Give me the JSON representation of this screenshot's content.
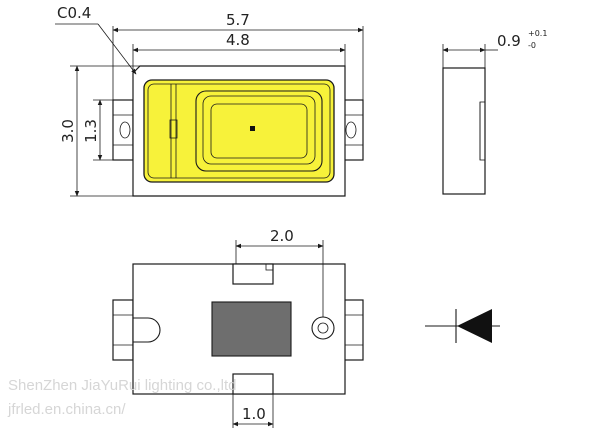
{
  "dimensions": {
    "chamfer": "C0.4",
    "overall_length": "5.7",
    "body_length": "4.8",
    "height": "3.0",
    "inner_height": "1.3",
    "thickness": "0.9",
    "thickness_tol_plus": "+0.1",
    "thickness_tol_minus": "-0",
    "pad_pitch": "2.0",
    "pad_width": "1.0"
  },
  "watermark": {
    "line1": "ShenZhen JiaYuRui lighting co.,ltd",
    "line2": "jfrled.en.china.cn/"
  },
  "colors": {
    "lens": "#f7f23a",
    "thermal_pad": "#6e6e6e",
    "line": "#1a1a1a"
  },
  "symbol": {
    "type": "diode-icon"
  }
}
